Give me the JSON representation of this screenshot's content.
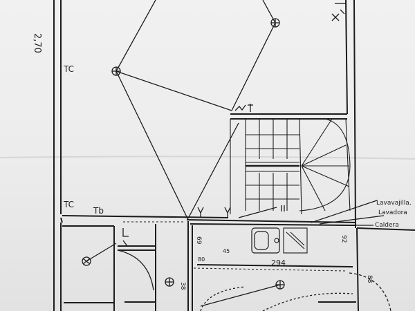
{
  "sheet": {
    "paper_top": "#f1f1f1",
    "paper_bottom": "#e2e2e2",
    "ink": "#1c1c1c"
  },
  "labels": {
    "left_height": "2,70",
    "tc_upper": "TC",
    "tc_lower": "TC",
    "tb": "Tb",
    "lavavajilla": "Lavavajilla,",
    "lavadora": "Lavadora",
    "caldera": "Caldera",
    "dim_294": "294",
    "dim_92": "92",
    "dim_69": "69",
    "dim_45": "45",
    "dim_38": "38",
    "dim_88": "88",
    "dim_80": "80"
  },
  "icons": [
    "ceiling-light-icon",
    "switch-icon",
    "socket-icon",
    "sink-icon",
    "stove-icon"
  ]
}
